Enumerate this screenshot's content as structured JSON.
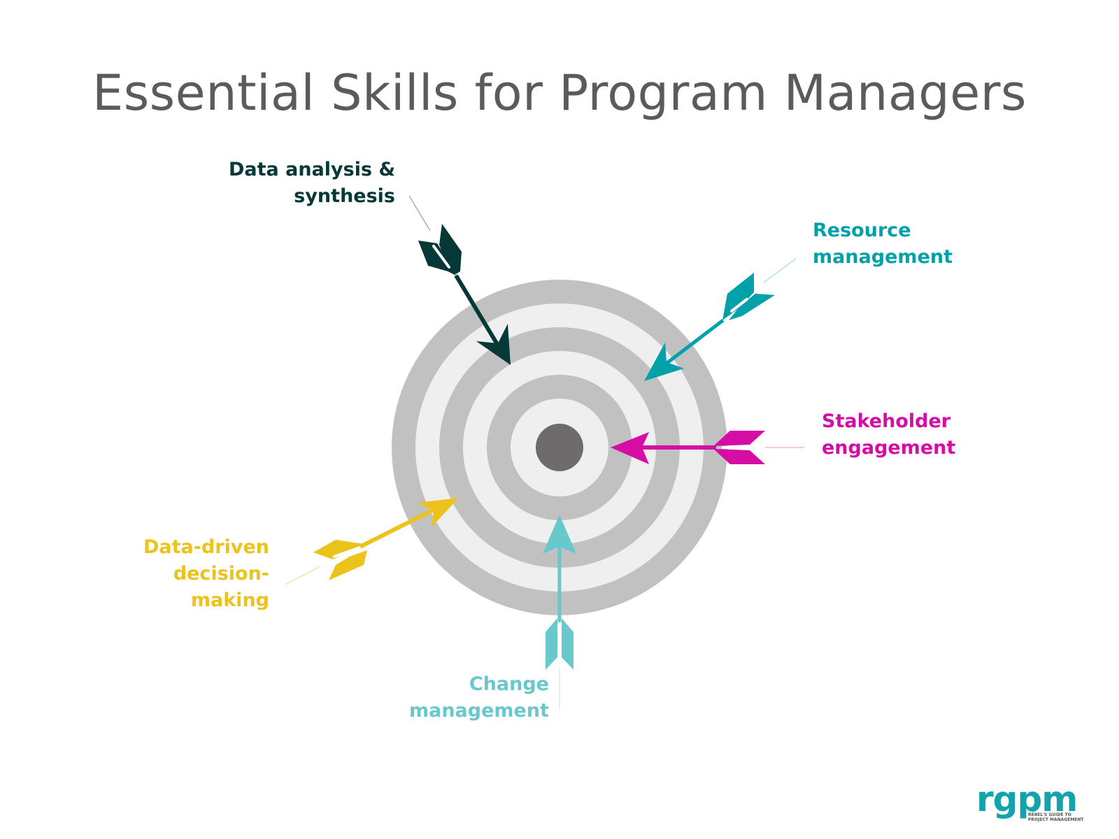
{
  "title": "Essential Skills for Program Managers",
  "colors": {
    "title": "#5f5a5a",
    "ring_dark": "#c1c1c1",
    "ring_light": "#efefef",
    "bullseye": "#6d6b6c",
    "data_analysis": "#053837",
    "resource": "#00a1a8",
    "stakeholder": "#d60da4",
    "data_driven": "#ebc31a",
    "change": "#69c8cc",
    "logo": "#13a3ad"
  },
  "skills": [
    {
      "id": "data-analysis",
      "lines": [
        "Data analysis &",
        "synthesis"
      ],
      "color": "#053837"
    },
    {
      "id": "resource-management",
      "lines": [
        "Resource",
        "management"
      ],
      "color": "#00a1a8"
    },
    {
      "id": "stakeholder-engagement",
      "lines": [
        "Stakeholder",
        "engagement"
      ],
      "color": "#d60da4"
    },
    {
      "id": "data-driven",
      "lines": [
        "Data-driven",
        "decision-",
        "making"
      ],
      "color": "#ebc31a"
    },
    {
      "id": "change-management",
      "lines": [
        "Change",
        "management"
      ],
      "color": "#69c8cc"
    }
  ],
  "logo": {
    "text": "rgpm",
    "subtitle_1": "REBEL'S GUIDE TO",
    "subtitle_2": "PROJECT MANAGEMENT"
  }
}
